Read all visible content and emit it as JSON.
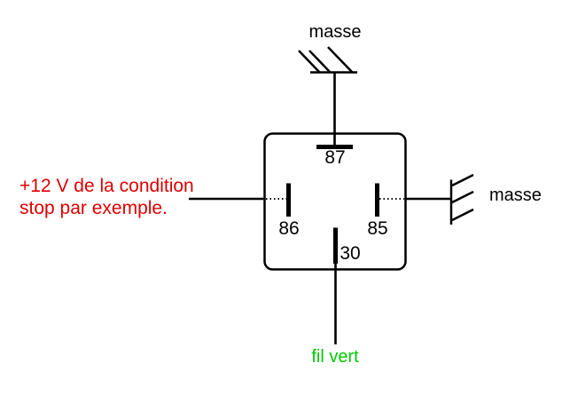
{
  "diagram": {
    "type": "relay-wiring-schematic",
    "background_color": "#ffffff",
    "colors": {
      "wire": "#000000",
      "positive_note": "#dd0000",
      "green_wire_label": "#00cc00",
      "ground_label": "#000000"
    },
    "relay": {
      "pins": {
        "top": {
          "number": "87",
          "connects_to": "ground-symbol-top"
        },
        "left": {
          "number": "86",
          "connects_to": "positive-note"
        },
        "right": {
          "number": "85",
          "connects_to": "ground-symbol-right"
        },
        "bottom": {
          "number": "30",
          "connects_to": "green-wire-label"
        }
      }
    },
    "annotations": {
      "top_ground_label": "masse",
      "right_ground_label": "masse",
      "left_note_line1": "+12 V de la condition",
      "left_note_line2": "stop par exemple.",
      "bottom_wire_label": "fil vert"
    }
  }
}
